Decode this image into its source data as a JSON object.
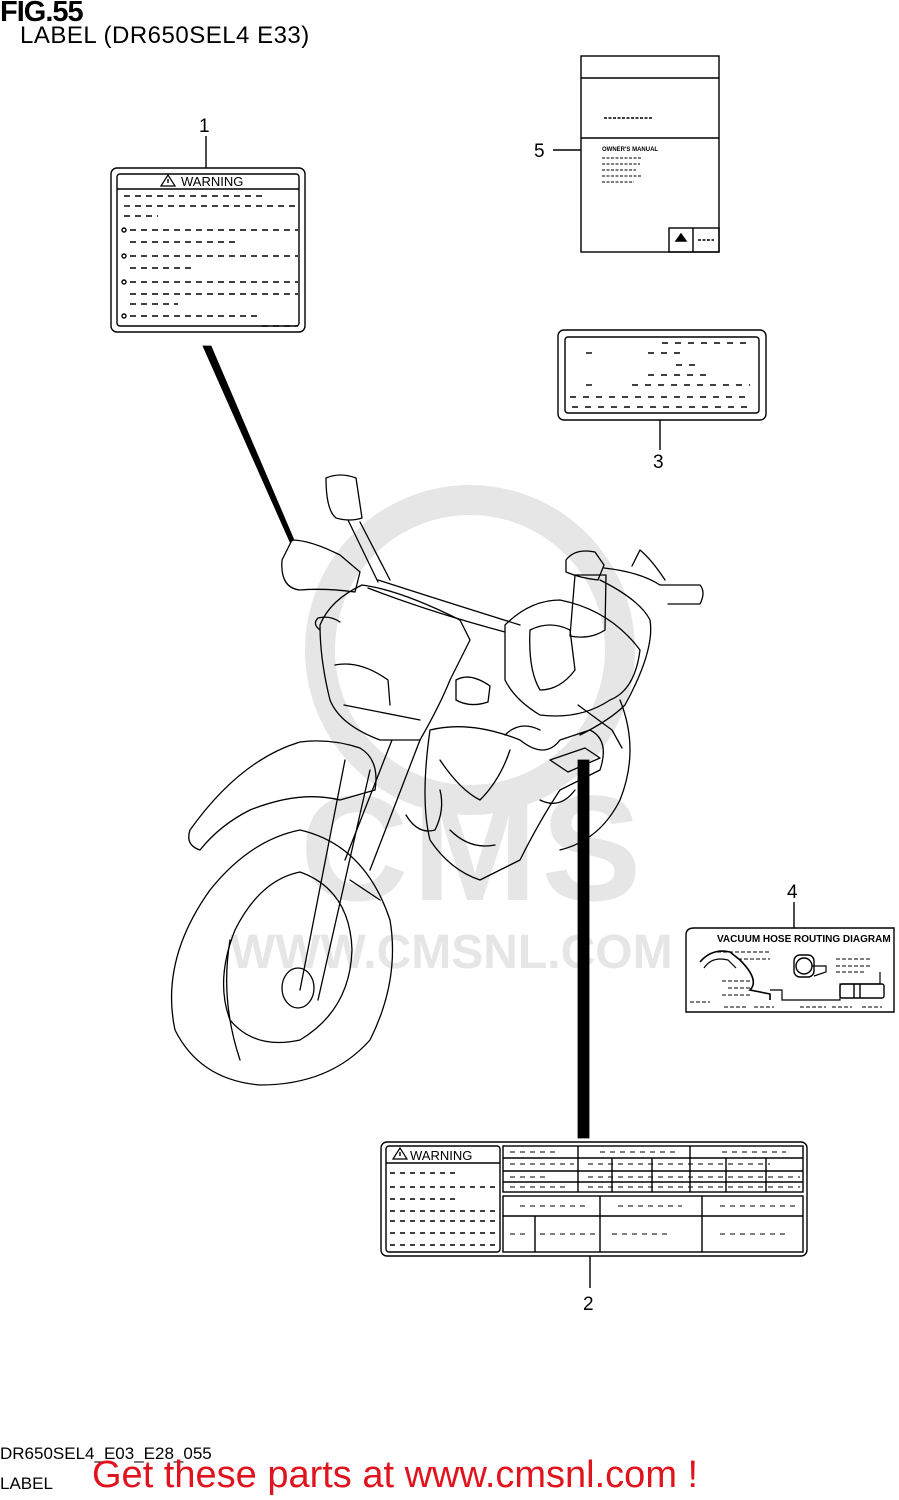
{
  "header": {
    "fig": "FIG.55",
    "subtitle": "LABEL (DR650SEL4 E33)"
  },
  "callouts": [
    "1",
    "2",
    "3",
    "4",
    "5"
  ],
  "labels": {
    "warning_1": "WARNING",
    "warning_2": "WARNING",
    "vacuum_title": "VACUUM HOSE ROUTING DIAGRAM",
    "owners_manual": "OWNER'S MANUAL"
  },
  "watermark": {
    "brand": "CMS",
    "url": "WWW.CMSNL.COM"
  },
  "footer": {
    "diagram_code": "DR650SEL4_E03_E28_055",
    "category": "LABEL",
    "promo": "Get these parts at www.cmsnl.com !"
  },
  "colors": {
    "line": "#000000",
    "watermark": "#e2e2e2",
    "promo": "#e0141e"
  }
}
